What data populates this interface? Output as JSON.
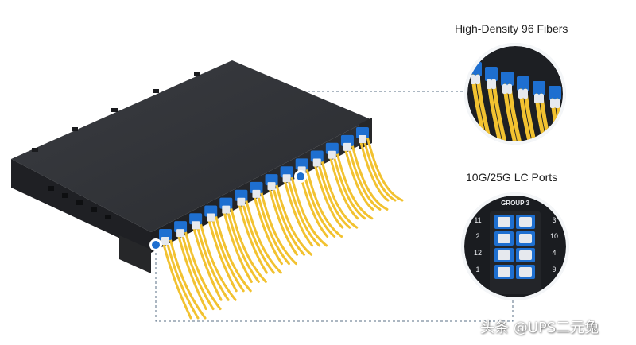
{
  "captions": {
    "density": "High-Density 96 Fibers",
    "ports": "10G/25G LC Ports"
  },
  "panel": {
    "group_label": "GROUP 3",
    "left_port_numbers": [
      "11",
      "2",
      "12",
      "1"
    ],
    "right_port_numbers": [
      "3",
      "10",
      "4",
      "9"
    ]
  },
  "watermark": "头条 @UPS二元兔",
  "colors": {
    "enclosure": "#2b2d31",
    "connector_blue": "#1e6fd0",
    "fiber_yellow": "#f2c230",
    "connector_white": "#e6e9ee",
    "leader_line": "#5a6f86",
    "inset_ring": "#dfe3e8"
  }
}
